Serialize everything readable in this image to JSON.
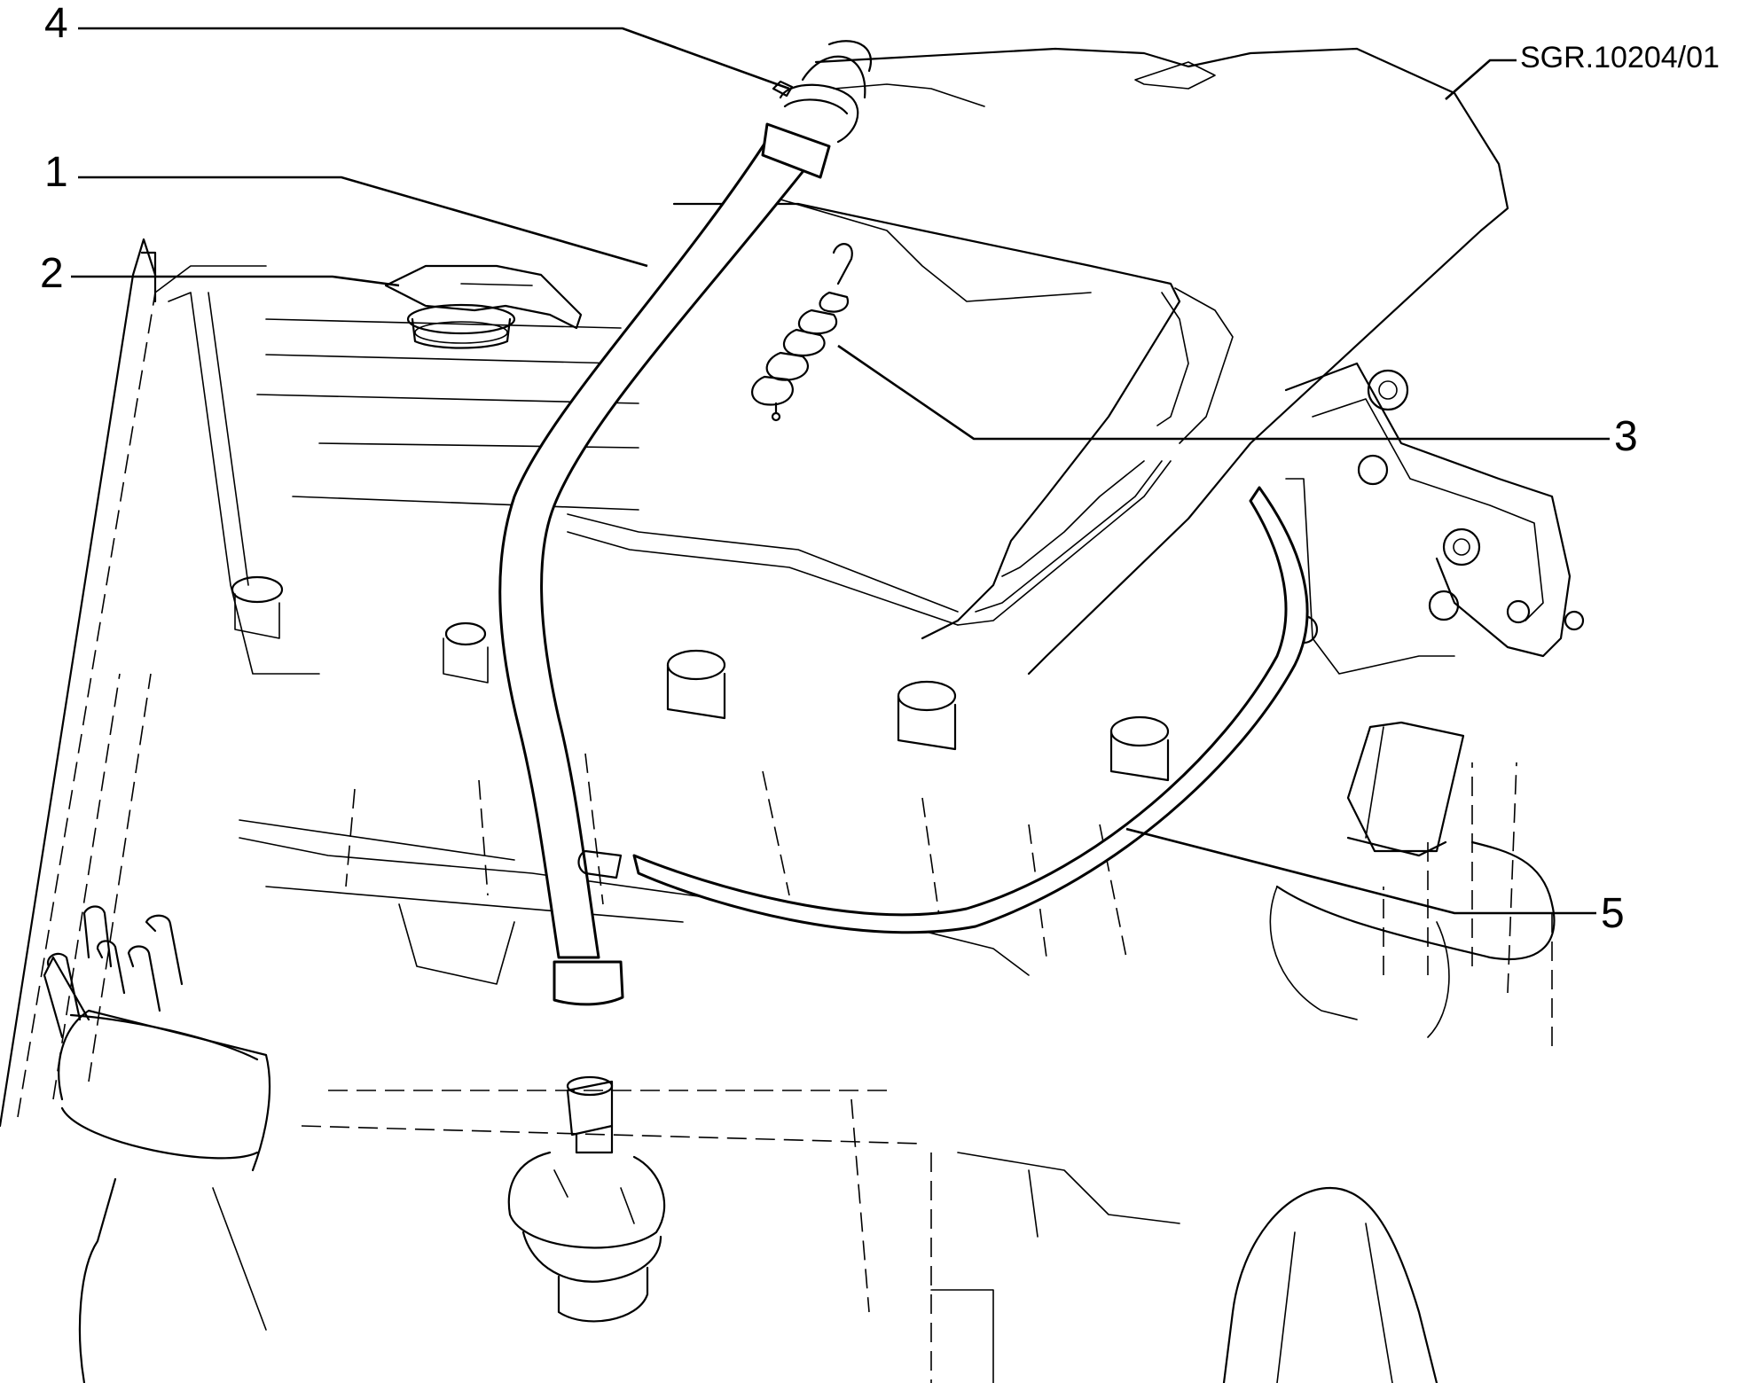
{
  "drawing": {
    "reference_code": "SGR.10204/01"
  },
  "callouts": [
    {
      "id": "callout-1",
      "label": "1"
    },
    {
      "id": "callout-2",
      "label": "2"
    },
    {
      "id": "callout-3",
      "label": "3"
    },
    {
      "id": "callout-4",
      "label": "4"
    },
    {
      "id": "callout-5",
      "label": "5"
    }
  ]
}
